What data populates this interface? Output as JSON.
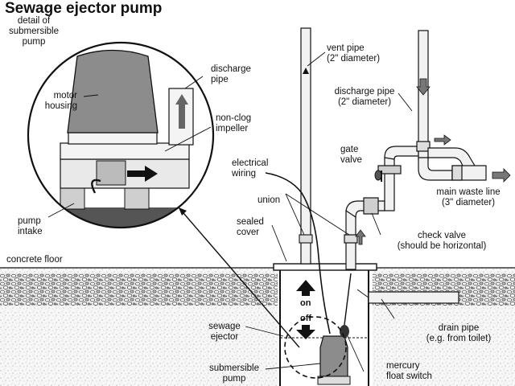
{
  "title": "Sewage ejector pump",
  "labels": {
    "detail": [
      "detail of",
      "submersible",
      "pump"
    ],
    "motor_housing": [
      "motor",
      "housing"
    ],
    "discharge_pipe_detail": [
      "discharge",
      "pipe"
    ],
    "non_clog_impeller": [
      "non-clog",
      "impeller"
    ],
    "pump_intake": [
      "pump",
      "intake"
    ],
    "concrete_floor": "concrete floor",
    "vent_pipe": [
      "vent pipe",
      "(2\" diameter)"
    ],
    "discharge_pipe": [
      "discharge pipe",
      "(2\" diameter)"
    ],
    "gate_valve": [
      "gate",
      "valve"
    ],
    "electrical_wiring": [
      "electrical",
      "wiring"
    ],
    "union": "union",
    "sealed_cover": [
      "sealed",
      "cover"
    ],
    "main_waste_line": [
      "main waste line",
      "(3\" diameter)"
    ],
    "check_valve": [
      "check valve",
      "(should be horizontal)"
    ],
    "on": "on",
    "off": "off",
    "sewage_ejector": [
      "sewage",
      "ejector"
    ],
    "drain_pipe": [
      "drain pipe",
      "(e.g. from toilet)"
    ],
    "submersible_pump": [
      "submersible",
      "pump"
    ],
    "mercury_float_switch": [
      "mercury",
      "float switch"
    ]
  },
  "colors": {
    "ink": "#111111",
    "pipe_fill": "#f2f2f2",
    "housing_fill": "#8c8c8c",
    "gravel_fill": "#dcdcdc",
    "soil_fill": "#f4f4f4"
  },
  "icons": [
    "flow-arrow-icon",
    "up-arrow-icon",
    "down-arrow-icon",
    "valve-handle-icon"
  ]
}
